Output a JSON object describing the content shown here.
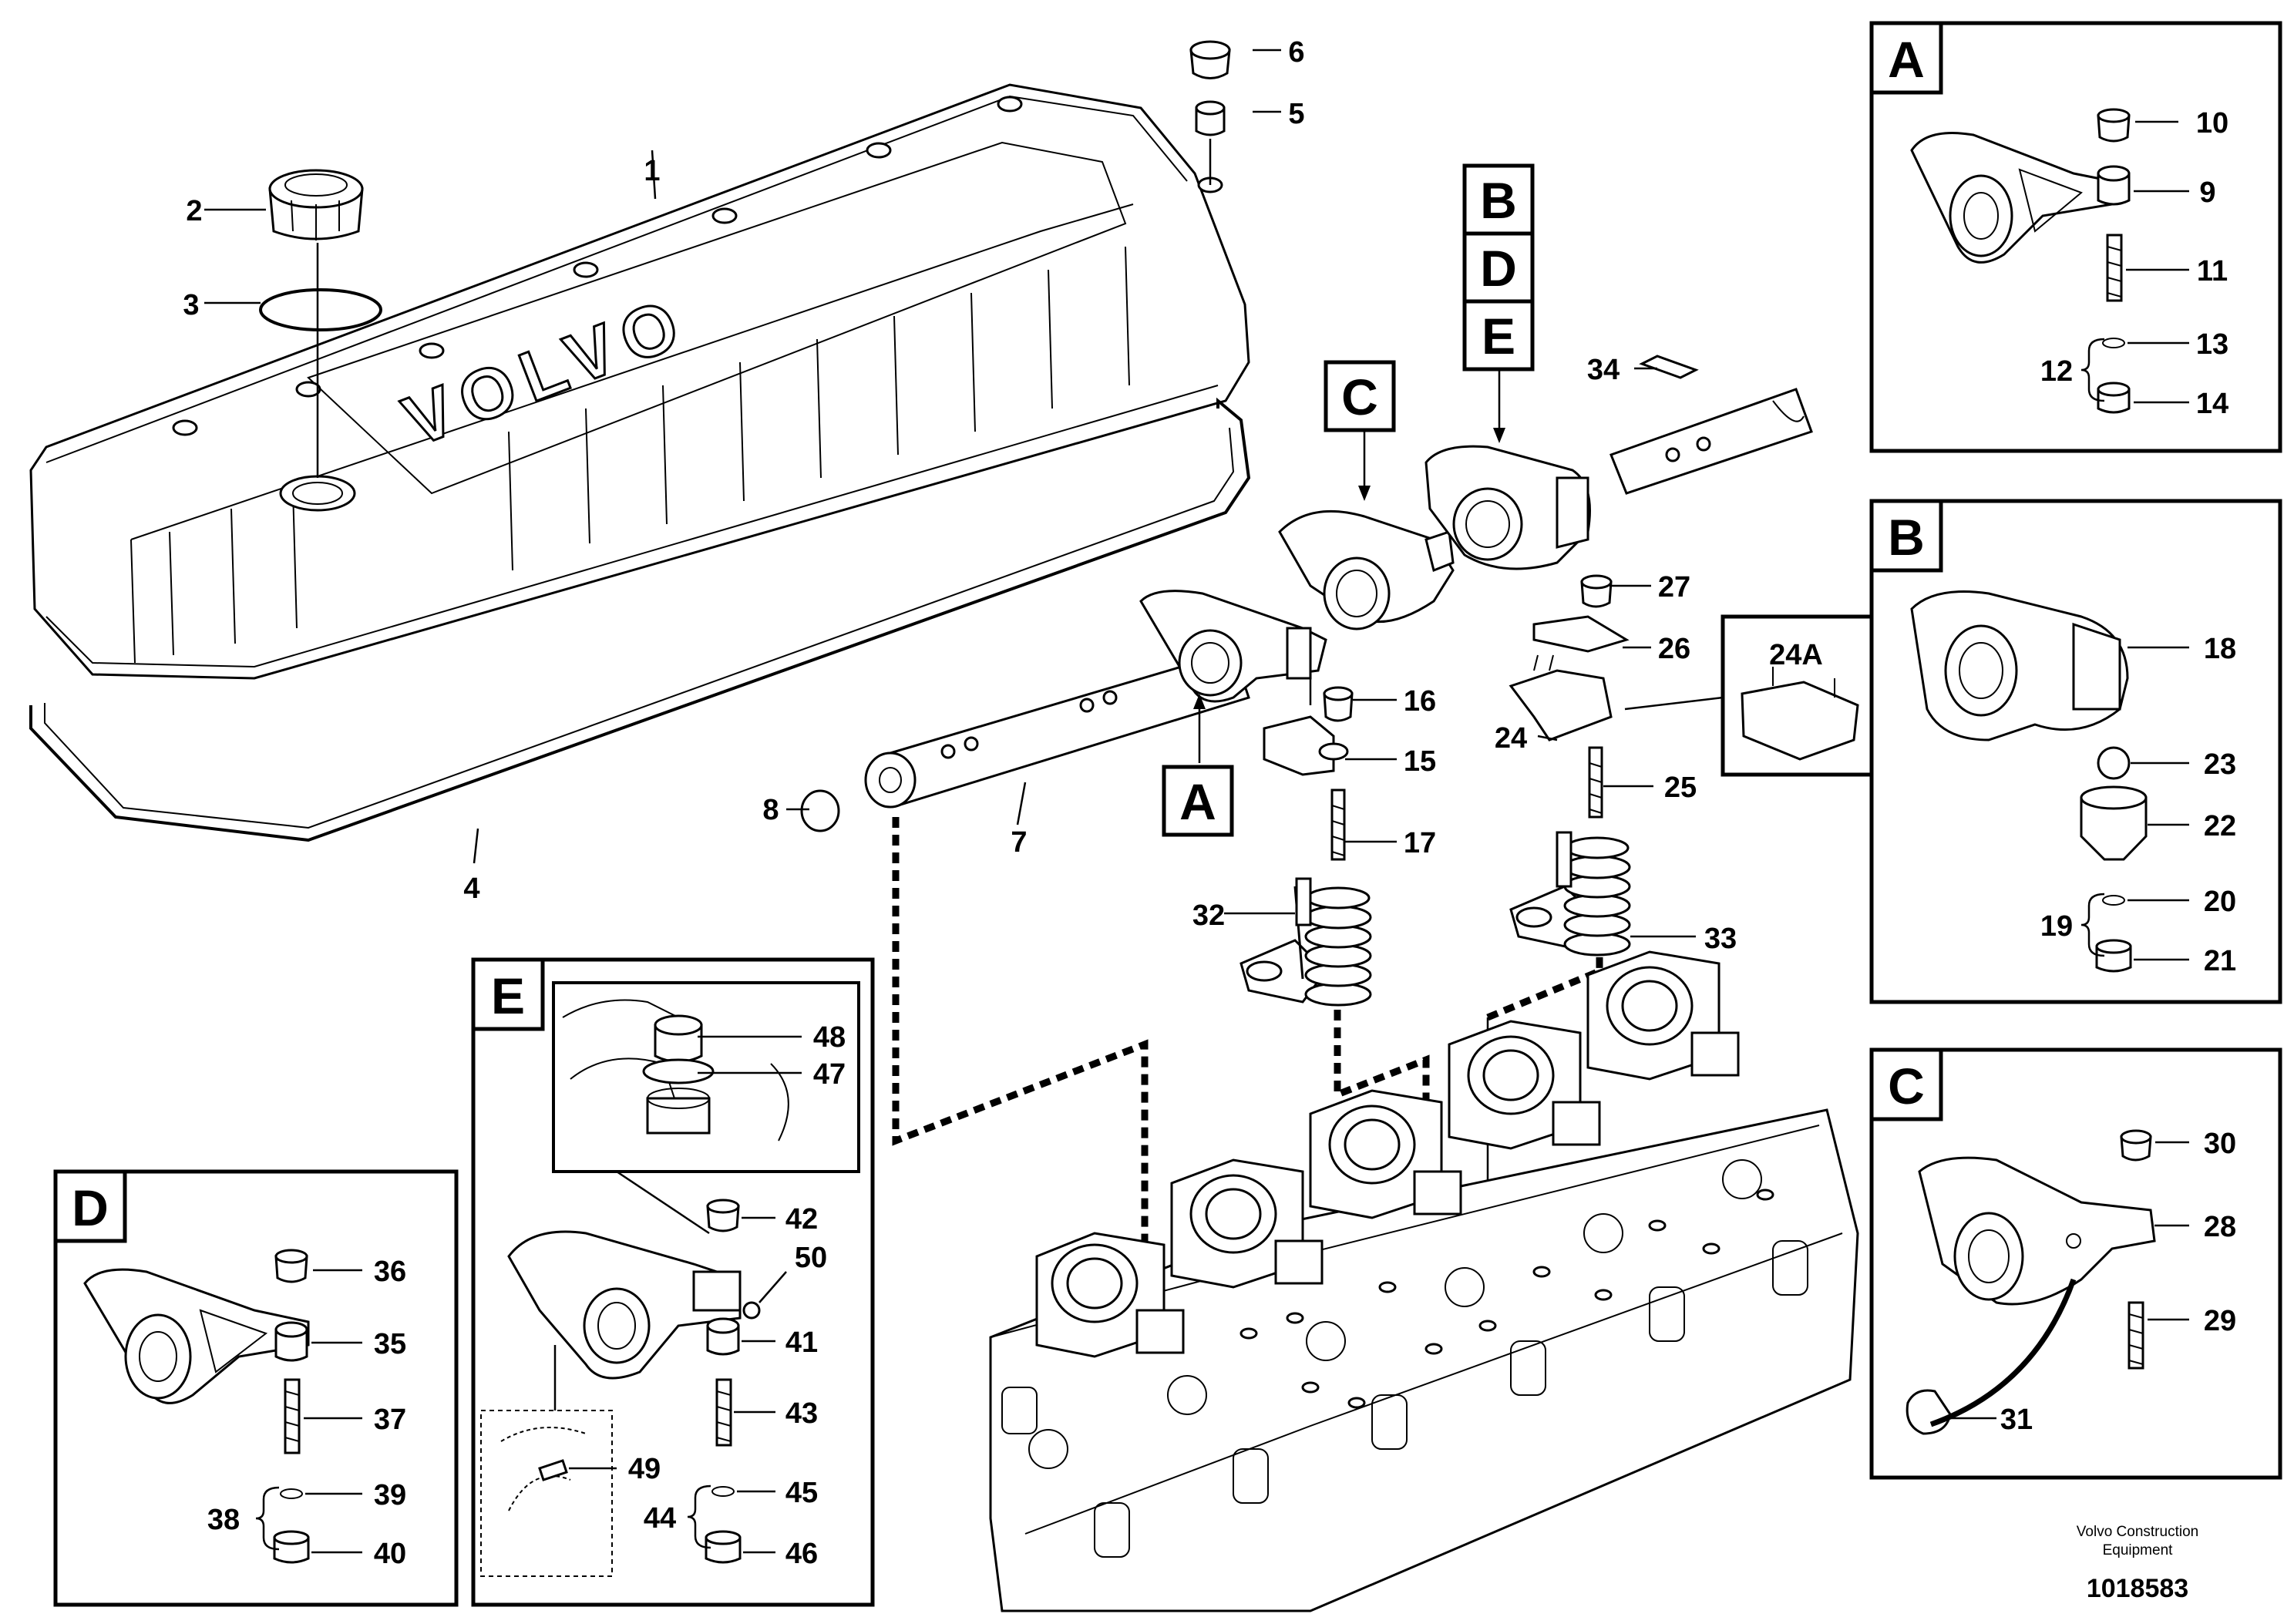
{
  "diagram": {
    "brand_emboss": "VOLVO",
    "credit_line1": "Volvo Construction",
    "credit_line2": "Equipment",
    "document_number": "1018583",
    "main_callouts": [
      "1",
      "2",
      "3",
      "4",
      "5",
      "6",
      "7",
      "8",
      "15",
      "16",
      "17",
      "24",
      "24A",
      "25",
      "26",
      "27",
      "32",
      "33",
      "34"
    ],
    "detail_tags": {
      "main_A": "A",
      "main_B": "B",
      "main_C": "C",
      "main_D": "D",
      "main_E": "E"
    },
    "panel_A": {
      "title": "A",
      "callouts": [
        "10",
        "9",
        "11",
        "13",
        "12",
        "14"
      ]
    },
    "panel_B": {
      "title": "B",
      "callouts": [
        "18",
        "23",
        "22",
        "20",
        "19",
        "21"
      ]
    },
    "panel_C": {
      "title": "C",
      "callouts": [
        "30",
        "28",
        "29",
        "31"
      ]
    },
    "panel_D": {
      "title": "D",
      "callouts": [
        "36",
        "35",
        "37",
        "39",
        "38",
        "40"
      ]
    },
    "panel_E": {
      "title": "E",
      "callouts": [
        "48",
        "47",
        "42",
        "50",
        "41",
        "43",
        "49",
        "45",
        "44",
        "46"
      ]
    }
  }
}
